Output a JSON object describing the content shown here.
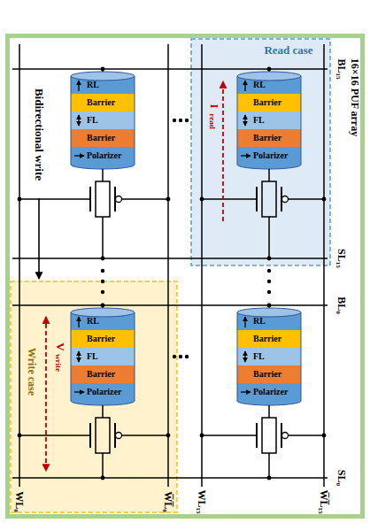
{
  "diagram": {
    "nodes": [
      {
        "text": [
          "16×16 PUF array"
        ]
      },
      {
        "text": [
          "RL"
        ],
        "in": 0
      },
      {
        "text": [
          "Barrier"
        ],
        "in": 0
      },
      {
        "text": [
          "FL"
        ],
        "in": 0
      },
      {
        "text": [
          "Barrier"
        ],
        "in": 0
      },
      {
        "text": [
          "Polarizer"
        ],
        "in": 0
      },
      {
        "text": [
          "Read case"
        ],
        "in": 0
      },
      {
        "text": [
          "RL"
        ],
        "in": 6
      },
      {
        "text": [
          "Barrier"
        ],
        "in": 6
      },
      {
        "text": [
          "FL"
        ],
        "in": 6
      },
      {
        "text": [
          "Barrier"
        ],
        "in": 6
      },
      {
        "text": [
          "Polarizer"
        ],
        "in": 6
      },
      {
        "text": [
          "Write case"
        ],
        "in": 0
      },
      {
        "text": [
          "RL"
        ],
        "in": 12
      },
      {
        "text": [
          "Barrier"
        ],
        "in": 12
      },
      {
        "text": [
          "FL"
        ],
        "in": 12
      },
      {
        "text": [
          "Barrier"
        ],
        "in": 12
      },
      {
        "text": [
          "Polarizer"
        ],
        "in": 12
      },
      {
        "text": [
          "RL"
        ],
        "in": 0
      },
      {
        "text": [
          "Barrier"
        ],
        "in": 0
      },
      {
        "text": [
          "FL"
        ],
        "in": 0
      },
      {
        "text": [
          "Barrier"
        ],
        "in": 0
      },
      {
        "text": [
          "Polarizer"
        ],
        "in": 0
      }
    ],
    "labels": [
      "Bidirectional write",
      "BL₁₅",
      "SL₁₅",
      "BL₀",
      "SL₀",
      "WL₀",
      "W̅L̅₀",
      "WL₁₅",
      "W̅L̅₁₅",
      "I",
      "read",
      "V",
      "write"
    ]
  }
}
